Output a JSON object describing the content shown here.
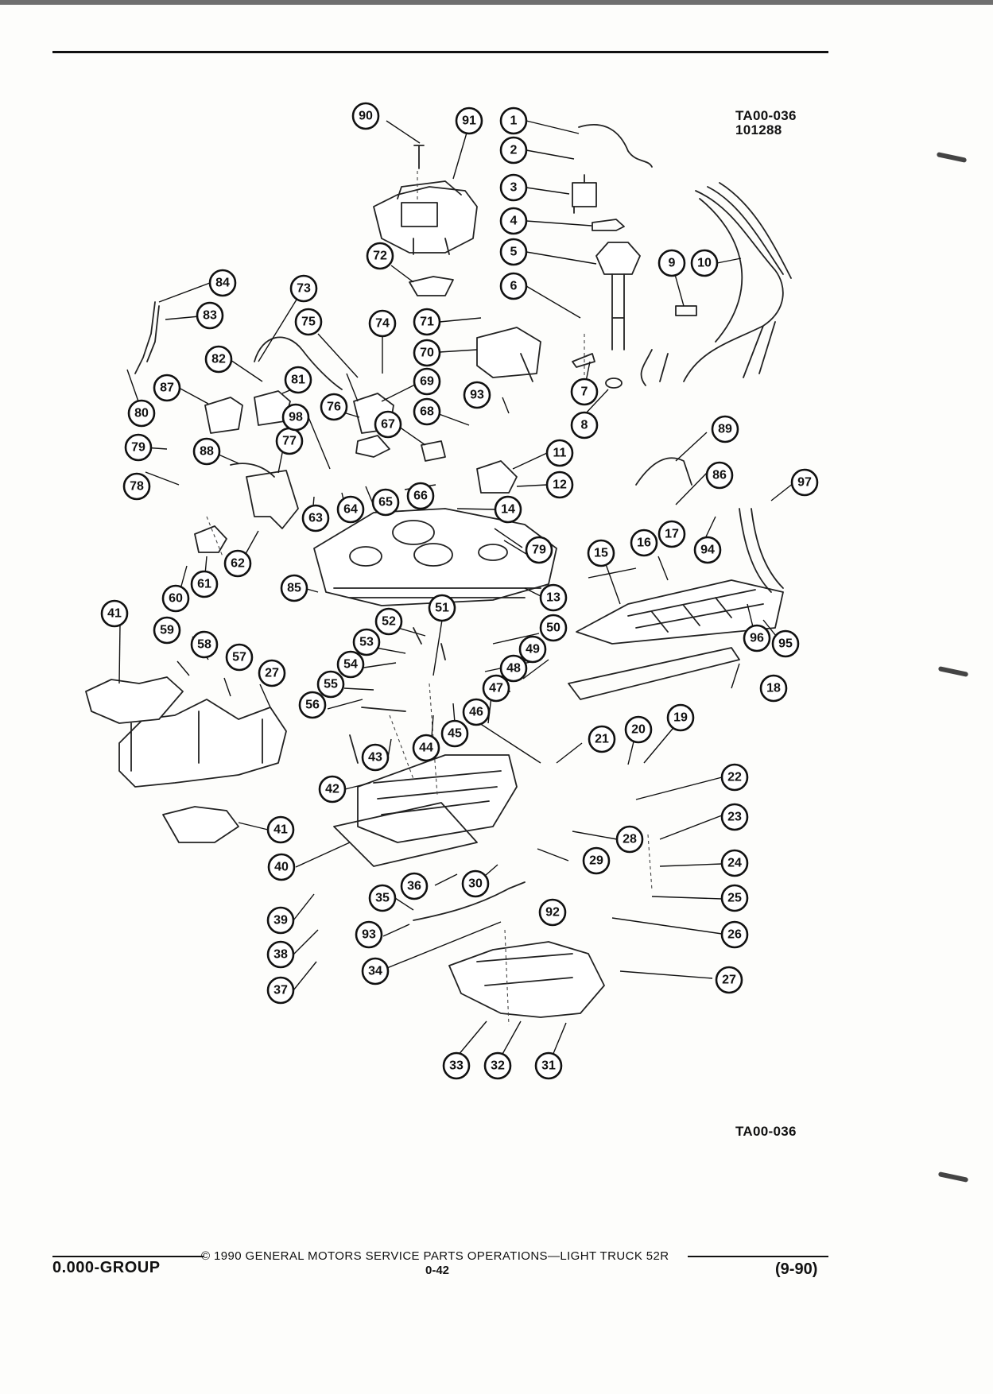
{
  "header": {
    "figure_code": "TA00-036",
    "figure_date": "101288"
  },
  "figure": {
    "bottom_code": "TA00-036",
    "callouts": [
      "1",
      "2",
      "3",
      "4",
      "5",
      "6",
      "7",
      "8",
      "9",
      "10",
      "11",
      "12",
      "13",
      "14",
      "15",
      "16",
      "17",
      "18",
      "19",
      "20",
      "21",
      "22",
      "23",
      "24",
      "25",
      "26",
      "27",
      "28",
      "29",
      "30",
      "31",
      "32",
      "33",
      "34",
      "35",
      "36",
      "37",
      "38",
      "39",
      "40",
      "41",
      "42",
      "43",
      "44",
      "45",
      "46",
      "47",
      "48",
      "49",
      "50",
      "51",
      "52",
      "53",
      "54",
      "55",
      "56",
      "57",
      "58",
      "59",
      "60",
      "61",
      "62",
      "63",
      "64",
      "65",
      "66",
      "67",
      "68",
      "69",
      "70",
      "71",
      "72",
      "73",
      "74",
      "75",
      "76",
      "77",
      "78",
      "79",
      "80",
      "81",
      "82",
      "83",
      "84",
      "85",
      "86",
      "87",
      "88",
      "89",
      "90",
      "91",
      "92",
      "93",
      "94",
      "95",
      "96",
      "97",
      "98"
    ]
  },
  "footer": {
    "copyright": "© 1990 GENERAL MOTORS SERVICE PARTS OPERATIONS—LIGHT TRUCK 52R",
    "group": "0.000-GROUP",
    "page_number": "0-42",
    "revision": "(9-90)"
  }
}
